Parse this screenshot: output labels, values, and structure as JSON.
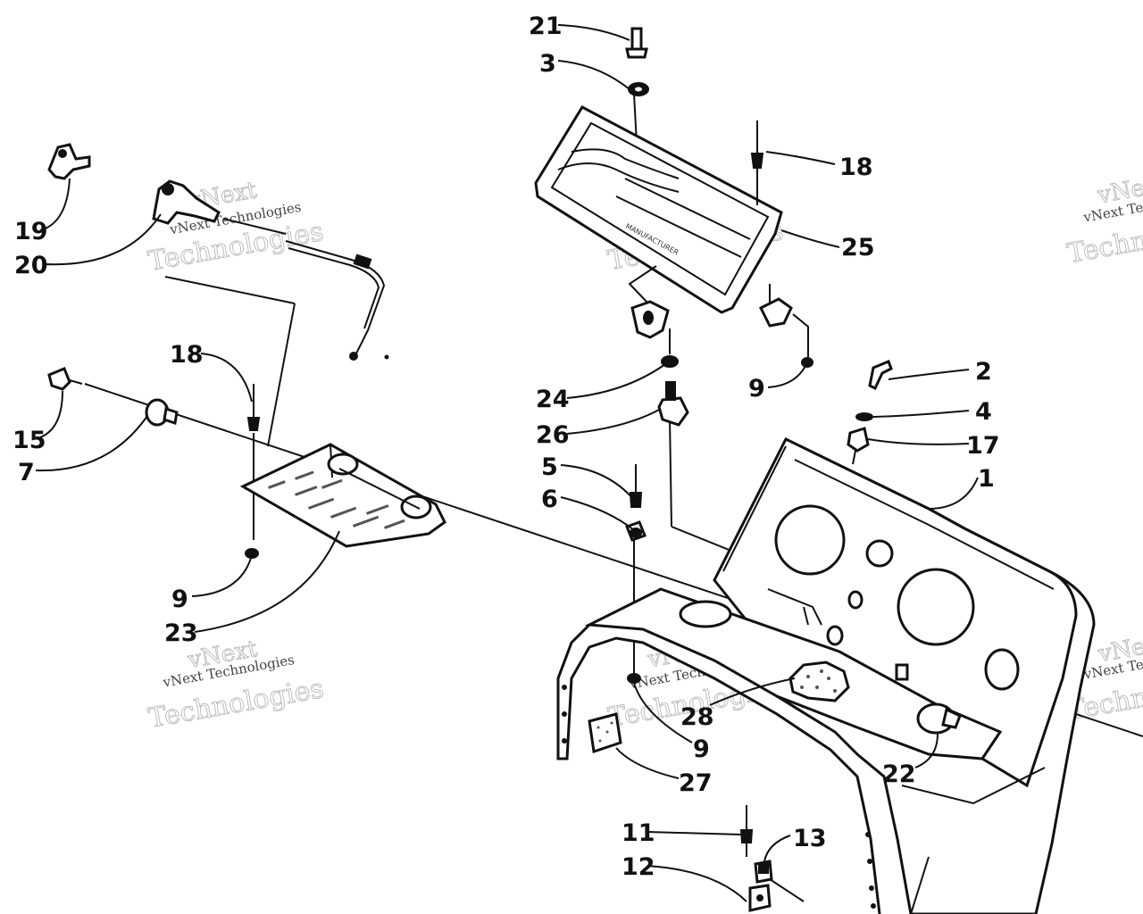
{
  "diagram": {
    "callouts": [
      {
        "id": "c21a",
        "text": "21"
      },
      {
        "id": "c3",
        "text": "3"
      },
      {
        "id": "c18a",
        "text": "18"
      },
      {
        "id": "c25",
        "text": "25"
      },
      {
        "id": "c19",
        "text": "19"
      },
      {
        "id": "c20",
        "text": "20"
      },
      {
        "id": "c18b",
        "text": "18"
      },
      {
        "id": "c15",
        "text": "15"
      },
      {
        "id": "c7",
        "text": "7"
      },
      {
        "id": "c9a",
        "text": "9"
      },
      {
        "id": "c23",
        "text": "23"
      },
      {
        "id": "c24",
        "text": "24"
      },
      {
        "id": "c26",
        "text": "26"
      },
      {
        "id": "c9b",
        "text": "9"
      },
      {
        "id": "c2",
        "text": "2"
      },
      {
        "id": "c4",
        "text": "4"
      },
      {
        "id": "c17",
        "text": "17"
      },
      {
        "id": "c1",
        "text": "1"
      },
      {
        "id": "c5",
        "text": "5"
      },
      {
        "id": "c6",
        "text": "6"
      },
      {
        "id": "c28",
        "text": "28"
      },
      {
        "id": "c9c",
        "text": "9"
      },
      {
        "id": "c27",
        "text": "27"
      },
      {
        "id": "c22",
        "text": "22"
      },
      {
        "id": "c11",
        "text": "11"
      },
      {
        "id": "c13",
        "text": "13"
      },
      {
        "id": "c12",
        "text": "12"
      }
    ],
    "watermark": {
      "line1": "vNext",
      "line2": "Technologies",
      "small": "vNext Technologies"
    }
  }
}
